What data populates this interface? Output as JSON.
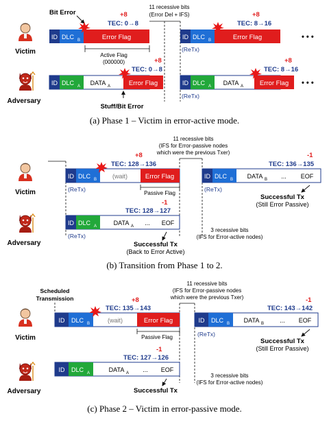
{
  "colors": {
    "id_bg": "#1f3b8c",
    "dlc_b": "#1f6fd6",
    "dlc_a": "#22a83a",
    "error": "#e01d1d",
    "frame_border": "#1f3b8c",
    "red_text": "#e01d1d",
    "tec_text": "#1f3b8c",
    "burst": "#e81818"
  },
  "icons": {
    "victim": "person-icon",
    "adversary": "devil-icon",
    "burst": "error-burst-icon"
  },
  "common": {
    "id": "ID",
    "dlc_b": "DLC",
    "dlc_b_sub": "B",
    "dlc_a": "DLC",
    "dlc_a_sub": "A",
    "data_a": "DATA",
    "data_a_sub": "A",
    "data_b": "DATA",
    "data_b_sub": "B",
    "error_flag": "Error Flag",
    "wait": "(wait)",
    "dots": "...",
    "eof": "EOF",
    "retx": "(ReTx)",
    "victim": "Victim",
    "adversary": "Adversary",
    "ellipsis": "• • •"
  },
  "phase1": {
    "caption": "(a)  Phase 1 – Victim in error-active mode.",
    "bit_error": "Bit Error",
    "ifs_line1": "11 recessive bits",
    "ifs_line2": "(Error Del + IFS)",
    "victim_tec1": "TEC: 0",
    "victim_tec1_to": "8",
    "victim_plus1": "+8",
    "active_flag1": "Active Flag",
    "active_flag2": "(000000)",
    "victim_tec2": "TEC: 8",
    "victim_tec2_to": "16",
    "victim_plus2": "+8",
    "adv_tec1": "TEC: 0",
    "adv_tec1_to": "8",
    "adv_plus1": "+8",
    "adv_tec2": "TEC: 8",
    "adv_tec2_to": "16",
    "adv_plus2": "+8",
    "stuff_error": "Stuff/Bit Error"
  },
  "phase_transition": {
    "caption": "(b)  Transition from Phase 1 to 2.",
    "ifs_line1": "11 recessive bits",
    "ifs_line2": "(IFS for Error-passive nodes",
    "ifs_line3": "which were the previous Txer)",
    "victim_tec1": "TEC: 128",
    "victim_tec1_to": "136",
    "victim_plus1": "+8",
    "passive_flag": "Passive Flag",
    "victim_tec2": "TEC: 136",
    "victim_tec2_to": "135",
    "victim_minus2": "-1",
    "success_victim1": "Successful Tx",
    "success_victim2": "(Still Error Passive)",
    "adv_tec": "TEC: 128",
    "adv_tec_to": "127",
    "adv_minus": "-1",
    "success_adv1": "Successful Tx",
    "success_adv2": "(Back to Error Active)",
    "recessive1": "3 recessive bits",
    "recessive2": "(IFS for Error-active nodes)"
  },
  "phase2": {
    "caption": "(c)  Phase 2 – Victim in error-passive mode.",
    "scheduled1": "Scheduled",
    "scheduled2": "Transmission",
    "ifs_line1": "11 recessive bits",
    "ifs_line2": "(IFS for Error-passive nodes",
    "ifs_line3": "which were the previous Txer)",
    "victim_tec1": "TEC: 135",
    "victim_tec1_to": "143",
    "victim_plus1": "+8",
    "passive_flag": "Passive Flag",
    "victim_tec2": "TEC: 143",
    "victim_tec2_to": "142",
    "victim_minus2": "-1",
    "success_victim1": "Successful Tx",
    "success_victim2": "(Still Error Passive)",
    "adv_tec": "TEC: 127",
    "adv_tec_to": "126",
    "adv_minus": "-1",
    "success_adv": "Successful Tx",
    "recessive1": "3 recessive bits",
    "recessive2": "(IFS for Error-active nodes)"
  }
}
